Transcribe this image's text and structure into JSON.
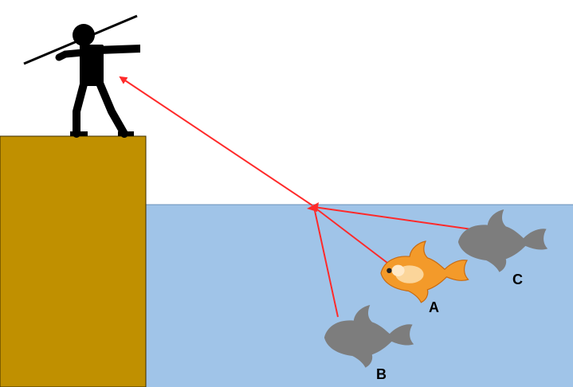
{
  "diagram": {
    "labels": {
      "fish_a": "A",
      "fish_b": "B",
      "fish_c": "C"
    },
    "colors": {
      "sky": "#ffffff",
      "water": "#a0c4e8",
      "cliff": "#c09000",
      "ray": "#ff2a2a",
      "shadow_fish": "#7d7d7d",
      "goldfish": "#f39a2a",
      "hunter": "#000000"
    },
    "icons": {
      "hunter": "spear-hunter-icon",
      "real_fish": "goldfish-icon",
      "apparent_fish": "fish-silhouette-icon"
    }
  }
}
